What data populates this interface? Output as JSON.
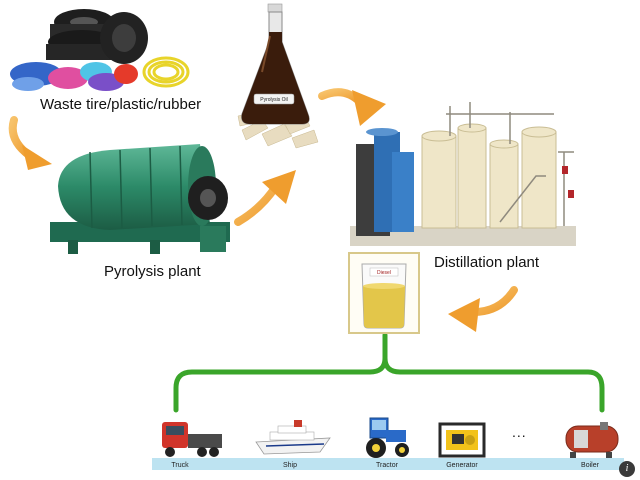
{
  "labels": {
    "waste": "Waste tire/plastic/rubber",
    "pyrolysis": "Pyrolysis plant",
    "distillation": "Distillation plant",
    "flask": "Pyrolysis Oil",
    "beaker": "Diesel"
  },
  "vehicles": [
    {
      "label": "Truck",
      "icon": "truck-icon"
    },
    {
      "label": "Ship",
      "icon": "ship-icon"
    },
    {
      "label": "Tractor",
      "icon": "tractor-icon"
    },
    {
      "label": "Generator",
      "icon": "generator-icon"
    },
    {
      "label": "Boiler",
      "icon": "boiler-icon"
    }
  ],
  "ellipsis": "...",
  "watermark": "i",
  "colors": {
    "arrow": "#f0a232",
    "connector": "#3aa52a",
    "machine": "#2c8a68",
    "strip": "#bde3f1"
  }
}
